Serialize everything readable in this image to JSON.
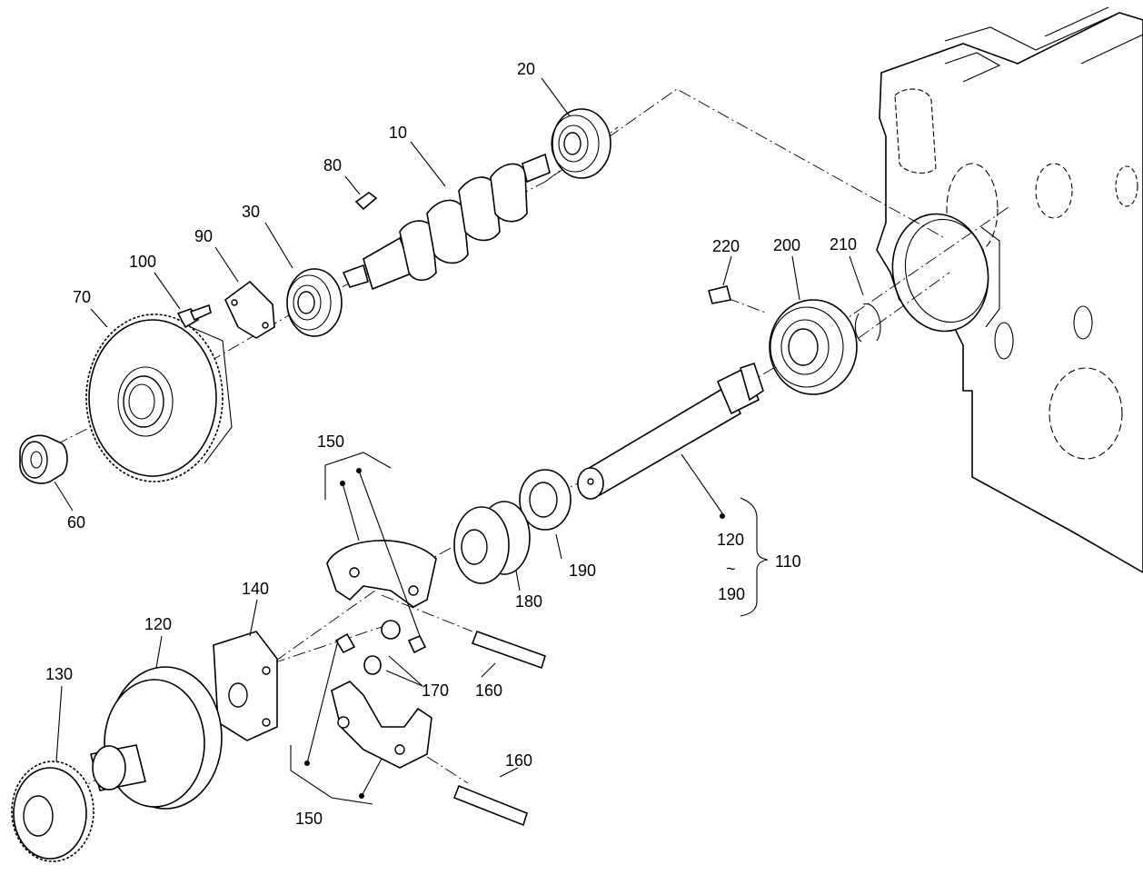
{
  "callouts": {
    "c10": "10",
    "c20": "20",
    "c30": "30",
    "c60": "60",
    "c70": "70",
    "c80": "80",
    "c90": "90",
    "c100": "100",
    "c110": "110",
    "c120_range": "120",
    "c120": "120",
    "c130": "130",
    "c140": "140",
    "c150_top": "150",
    "c150_bottom": "150",
    "c160_top": "160",
    "c160_bottom": "160",
    "c170": "170",
    "c180": "180",
    "c190": "190",
    "c190_range": "190",
    "c200": "200",
    "c210": "210",
    "c220": "220",
    "range_sep": "~"
  }
}
